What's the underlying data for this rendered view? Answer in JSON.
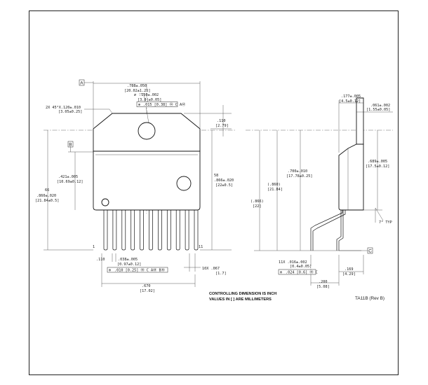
{
  "labels": {
    "datum_a": "A",
    "datum_b": "B",
    "datum_c": "C",
    "dim_width": ".788±.050",
    "dim_width_mm": "[20.02±1.25]",
    "dim_chamfer": "2X 45°X.120±.010",
    "dim_chamfer_mm": "[3.05±0.25]",
    "dim_hole": ".150±.002",
    "dim_hole_mm": "[3.8]±0.05]",
    "fcf_hole": ".015 [0.38] Ⓜ C AⓂ",
    "dim_tab": ".110",
    "dim_tab_mm": "[2.79]",
    "dim_421": ".421±.005",
    "dim_421_mm": "[10.69±0.12]",
    "dim_66": "66",
    "dim_860": ".860±.020",
    "dim_860_mm": "[21.84±0.5]",
    "dim_58": "58",
    "dim_866": ".866±.020",
    "dim_866_mm": "[22±0.5]",
    "pin_1": "1",
    "pin_11": "11",
    "dim_pitch": ".110",
    "dim_lead_w": ".038±.005",
    "dim_lead_w_mm": "[0.97±0.12]",
    "fcf_lead": ".010 [0.25] Ⓜ C AⓂ BⓂ",
    "dim_10x": "10X .067",
    "dim_10x_mm": "[1.7]",
    "dim_670": ".670",
    "dim_670_mm": "[17.02]",
    "dim_177": ".177±.005",
    "dim_177_mm": "[4.5±0.12]",
    "dim_061": ".061±.002",
    "dim_061_mm": "[1.55±0.05]",
    "dim_689": ".689±.005",
    "dim_689_mm": "[17.5±0.12]",
    "dim_700": ".700±.010",
    "dim_700_mm": "[17.78±0.25]",
    "dim_860s": "(.860)",
    "dim_860s_mm": "[21.84]",
    "dim_866s": "(.866)",
    "dim_866s_mm": "[22]",
    "dim_angle": "7° TYP",
    "dim_11x": "11X .016±.002",
    "dim_11x_mm": "[0.4±0.05]",
    "fcf_side": ".024 [0.6] Ⓜ C",
    "dim_169": ".169",
    "dim_169_mm": "[4.29]",
    "dim_200": ".200",
    "dim_200_mm": "[5.08]",
    "note_line1": "CONTROLLING DIMENSION IS INCH",
    "note_line2": "VALUES IN [ ] ARE MILLIMETERS",
    "drawing_ref": "TA11B (Rev B)"
  }
}
